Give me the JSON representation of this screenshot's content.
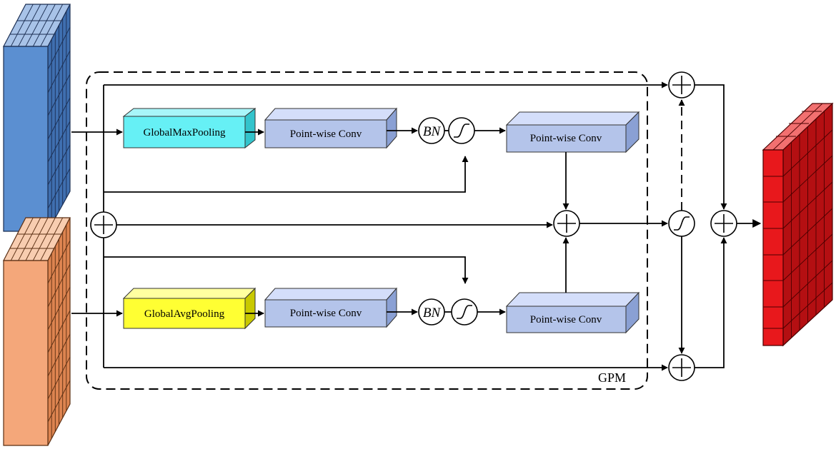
{
  "diagram": {
    "module_label": "GPM",
    "pool_max_label": "GlobalMaxPooling",
    "pool_avg_label": "GlobalAvgPooling",
    "conv_label": "Point-wise Conv",
    "bn_label": "BN"
  },
  "colors": {
    "input_top": "#5b8fd1",
    "input_bottom": "#f4a77a",
    "output": "#e8181c",
    "max_pool": "#66f0f5",
    "avg_pool": "#ffff33",
    "conv": "#b4c4ea"
  }
}
